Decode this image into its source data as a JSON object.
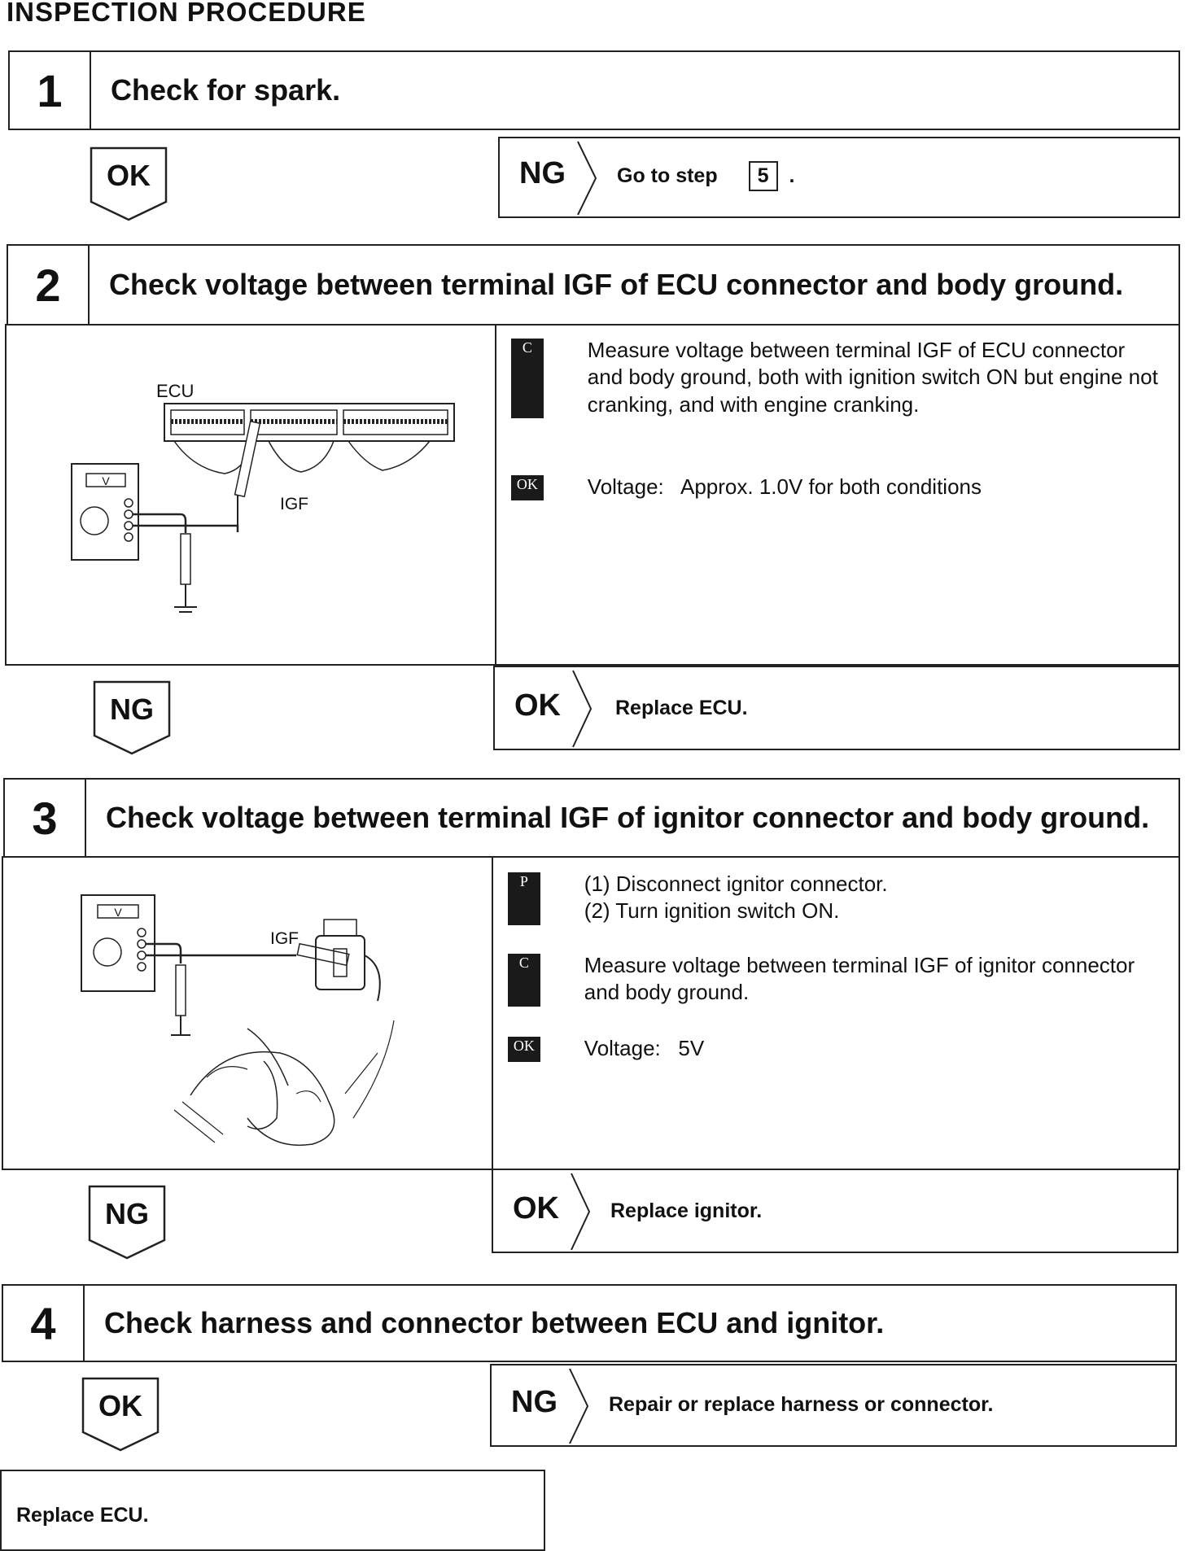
{
  "page_title": "INSPECTION PROCEDURE",
  "steps": [
    {
      "number": "1",
      "title": "Check for spark.",
      "down_label": "OK",
      "side_tag": "NG",
      "side_text": "Go to step",
      "side_step_ref": "5",
      "side_period": "."
    },
    {
      "number": "2",
      "title": "Check voltage between terminal IGF of ECU connector and body ground.",
      "diagram_labels": {
        "ecu": "ECU",
        "igf": "IGF",
        "meter": "V"
      },
      "instructions": [
        {
          "tag": "C",
          "text": "Measure voltage between terminal IGF of ECU connector and body ground, both with ignition switch ON but engine not cranking, and with engine cranking."
        },
        {
          "tag": "OK",
          "text": "Voltage:   Approx. 1.0V for both conditions"
        }
      ],
      "down_label": "NG",
      "side_tag": "OK",
      "side_text": "Replace ECU."
    },
    {
      "number": "3",
      "title": "Check voltage between terminal IGF of ignitor connector and body ground.",
      "diagram_labels": {
        "igf": "IGF",
        "meter": "V"
      },
      "instructions": [
        {
          "tag": "P",
          "text": "(1)  Disconnect ignitor connector.\n(2)  Turn ignition switch ON."
        },
        {
          "tag": "C",
          "text": "Measure voltage between terminal IGF of ignitor connector and body ground."
        },
        {
          "tag": "OK",
          "text": "Voltage:   5V"
        }
      ],
      "down_label": "NG",
      "side_tag": "OK",
      "side_text": "Replace ignitor."
    },
    {
      "number": "4",
      "title": "Check harness and connector between ECU and ignitor.",
      "down_label": "OK",
      "side_tag": "NG",
      "side_text": "Repair or replace harness or connector."
    }
  ],
  "final_action": "Replace ECU."
}
